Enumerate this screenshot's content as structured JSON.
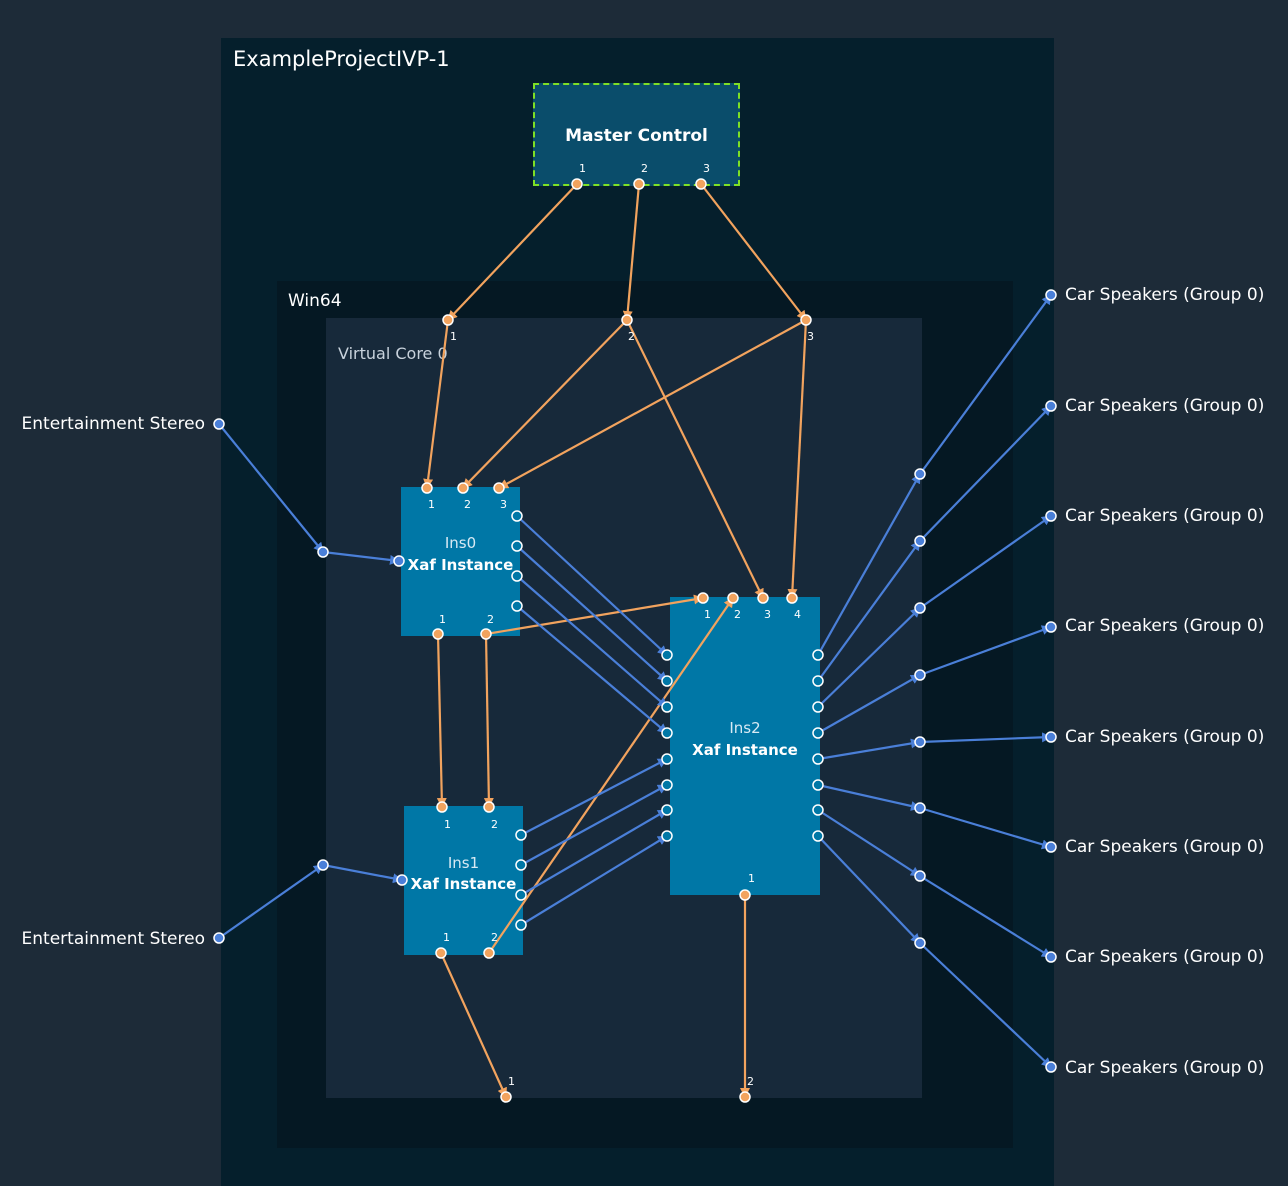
{
  "project": {
    "title": "ExampleProjectIVP-1"
  },
  "master_control": {
    "title": "Master Control",
    "pins": [
      "1",
      "2",
      "3"
    ]
  },
  "platform": {
    "title": "Win64"
  },
  "core": {
    "title": "Virtual Core 0"
  },
  "instances": {
    "ins0": {
      "name": "Ins0",
      "type": "Xaf Instance",
      "in_pins": [
        "1",
        "2",
        "3"
      ],
      "out_pins": [
        "1",
        "2"
      ]
    },
    "ins1": {
      "name": "Ins1",
      "type": "Xaf Instance",
      "in_pins": [
        "1",
        "2"
      ],
      "out_pins": [
        "1",
        "2"
      ]
    },
    "ins2": {
      "name": "Ins2",
      "type": "Xaf Instance",
      "in_pins": [
        "1",
        "2",
        "3",
        "4"
      ],
      "out_pins": [
        "1"
      ]
    }
  },
  "core_control_pins": [
    "1",
    "2",
    "3"
  ],
  "core_output_pins": [
    "1",
    "2"
  ],
  "inputs": [
    "Entertainment Stereo",
    "Entertainment Stereo"
  ],
  "outputs": [
    "Car Speakers (Group 0)",
    "Car Speakers (Group 0)",
    "Car Speakers (Group 0)",
    "Car Speakers (Group 0)",
    "Car Speakers (Group 0)",
    "Car Speakers (Group 0)",
    "Car Speakers (Group 0)",
    "Car Speakers (Group 0)"
  ],
  "colors": {
    "control": "#f2a35e",
    "audio": "#4a7fd8",
    "selection": "#7ee025"
  }
}
